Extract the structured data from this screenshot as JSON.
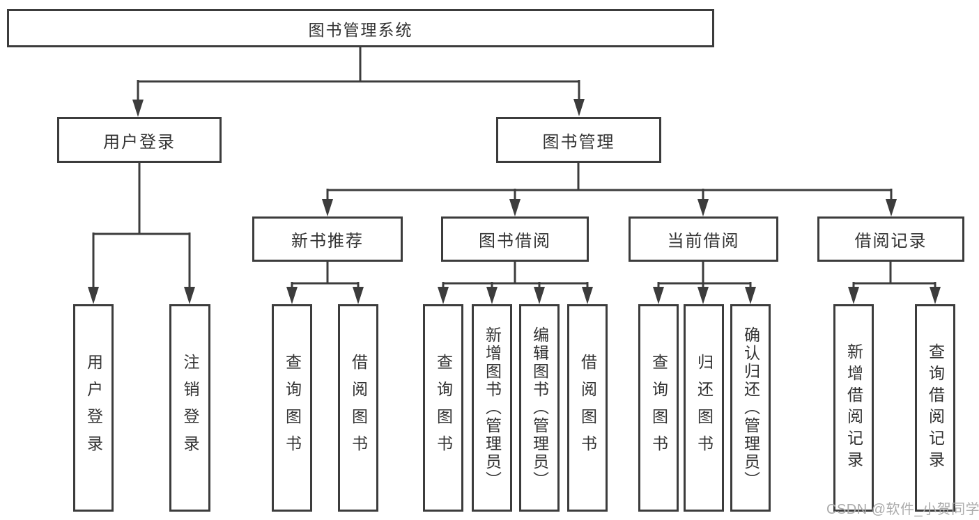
{
  "diagram": {
    "root": {
      "label": "图书管理系统"
    },
    "branches": [
      {
        "label": "用户登录",
        "children": [
          {
            "label": "用户登录"
          },
          {
            "label": "注销登录"
          }
        ]
      },
      {
        "label": "图书管理",
        "children": [
          {
            "label": "新书推荐",
            "children": [
              {
                "label": "查询图书"
              },
              {
                "label": "借阅图书"
              }
            ]
          },
          {
            "label": "图书借阅",
            "children": [
              {
                "label": "查询图书"
              },
              {
                "label": "新增图书（管理员）"
              },
              {
                "label": "编辑图书（管理员）"
              },
              {
                "label": "借阅图书"
              }
            ]
          },
          {
            "label": "当前借阅",
            "children": [
              {
                "label": "查询图书"
              },
              {
                "label": "归还图书"
              },
              {
                "label": "确认归还（管理员）"
              }
            ]
          },
          {
            "label": "借阅记录",
            "children": [
              {
                "label": "新增借阅记录"
              },
              {
                "label": "查询借阅记录"
              }
            ]
          }
        ]
      }
    ]
  },
  "watermark": {
    "text": "CSDN @软件_小贺同学"
  },
  "colors": {
    "line": "#3c3c3c",
    "text": "#333333",
    "watermark": "#ababab",
    "background": "#ffffff"
  }
}
